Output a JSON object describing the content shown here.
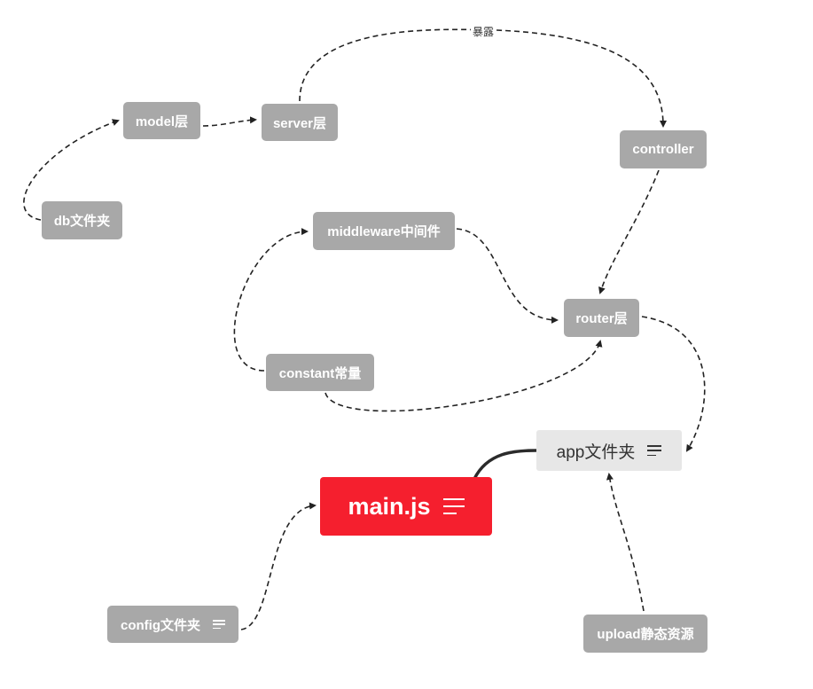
{
  "nodes": {
    "model": {
      "label": "model层"
    },
    "server": {
      "label": "server层"
    },
    "controller": {
      "label": "controller"
    },
    "db": {
      "label": "db文件夹"
    },
    "middleware": {
      "label": "middleware中间件"
    },
    "router": {
      "label": "router层"
    },
    "constant": {
      "label": "constant常量"
    },
    "app": {
      "label": "app文件夹"
    },
    "main": {
      "label": "main.js"
    },
    "config": {
      "label": "config文件夹"
    },
    "upload": {
      "label": "upload静态资源"
    }
  },
  "edges": {
    "server_controller_label": "暴露"
  },
  "colors": {
    "node_gray": "#a8a8a8",
    "app_bg": "#e7e7e7",
    "main_red": "#f51f2e",
    "edge": "#222222"
  }
}
